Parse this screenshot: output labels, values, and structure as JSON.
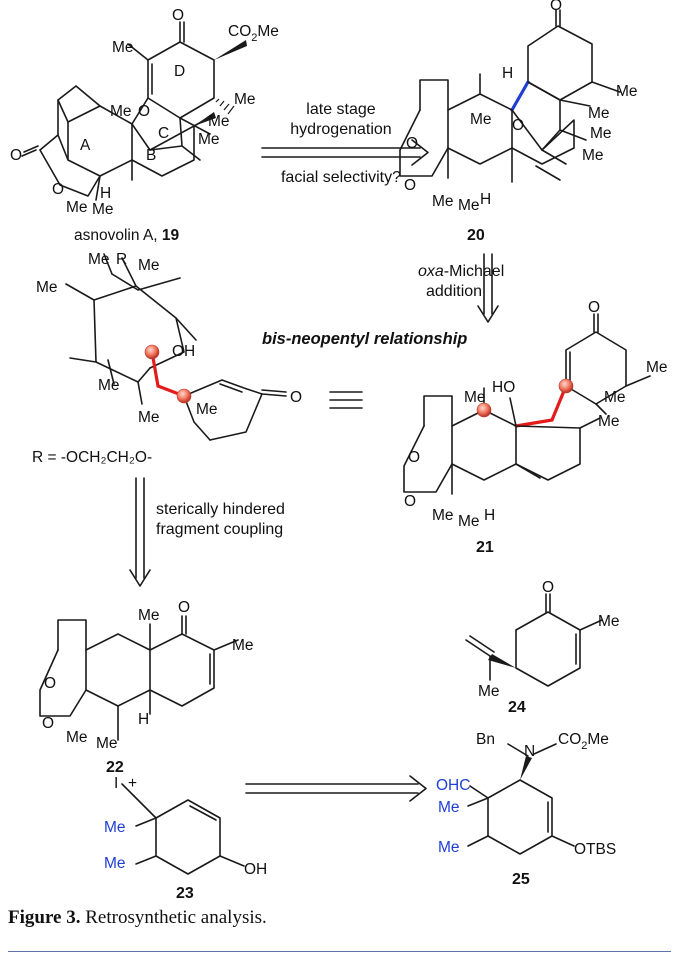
{
  "figure": {
    "caption_label": "Figure 3.",
    "caption_text": " Retrosynthetic analysis."
  },
  "compounds": {
    "c19": {
      "name": "asnovolin A, ",
      "number": "19"
    },
    "c20": {
      "number": "20"
    },
    "c21": {
      "number": "21"
    },
    "c22": {
      "number": "22"
    },
    "c23": {
      "number": "23"
    },
    "c24": {
      "number": "24"
    },
    "c25": {
      "number": "25"
    }
  },
  "arrows": {
    "a1_top": "late stage",
    "a1_mid": "hydrogenation",
    "a1_bottom": "facial selectivity?",
    "a2_italic": "oxa",
    "a2_rest": "-Michael",
    "a2_line2": "addition",
    "a3_line1": "sterically hindered",
    "a3_line2": "fragment coupling"
  },
  "annotations": {
    "bis_neopentyl": "bis-neopentyl relationship",
    "r_definition": "R = -OCH₂CH₂O-",
    "plus": "+"
  },
  "labels": {
    "Me": "Me",
    "H": "H",
    "O": "O",
    "OH": "OH",
    "HO": "HO",
    "R": "R",
    "I": "I",
    "N": "N",
    "Bn": "Bn",
    "CO2Me_a": "CO",
    "CO2Me_b": "2",
    "CO2Me_c": "Me",
    "OTBS": "OTBS",
    "OHC": "OHC",
    "ringA": "A",
    "ringB": "B",
    "ringC": "C",
    "ringD": "D"
  },
  "colors": {
    "highlight_bond": "#e31b1b",
    "stereocenter_bond": "#1f3fd1",
    "blue_text": "#1f3fd1",
    "rule": "#5d73a9"
  }
}
